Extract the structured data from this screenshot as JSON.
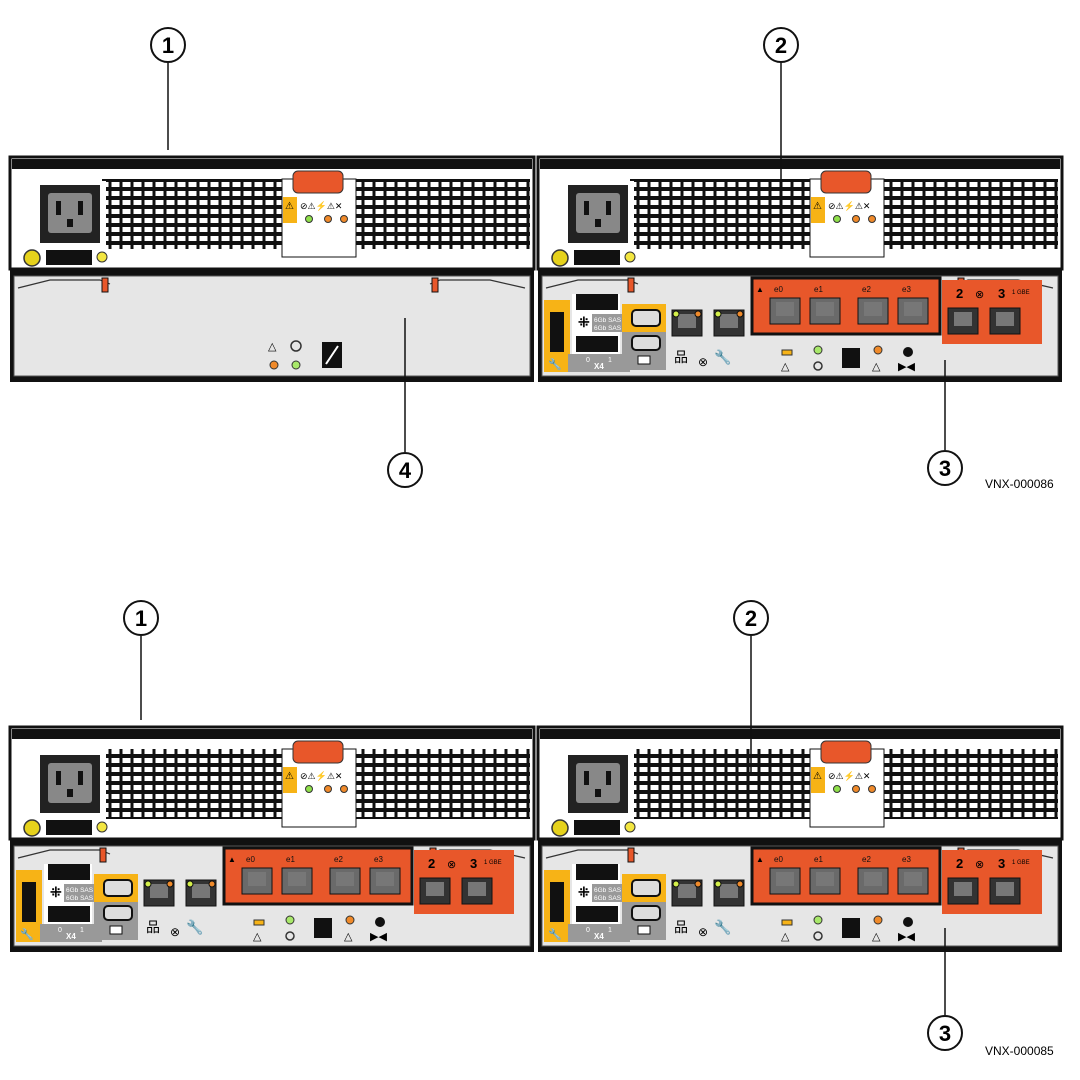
{
  "figures": [
    {
      "id_label": "VNX-000086",
      "callouts": [
        "1",
        "2",
        "4",
        "3"
      ],
      "left_bottom": "filler",
      "right_bottom": "sp"
    },
    {
      "id_label": "VNX-000085",
      "callouts": [
        "1",
        "2",
        "3"
      ],
      "left_bottom": "sp",
      "right_bottom": "sp"
    }
  ],
  "sp_labels": {
    "sas_top": "6Gb SAS",
    "sas_bottom": "6Gb SAS",
    "sas_port0": "0",
    "sas_port1": "1",
    "x4": "X4",
    "e0": "e0",
    "e1": "e1",
    "e2": "e2",
    "e3": "e3",
    "port2": "2",
    "port3": "3",
    "gbe": "1 GBE"
  },
  "colors": {
    "orange": "#e8572a",
    "yellow": "#f7b316",
    "panel": "#e6e6e6",
    "led_green": "#7dd33a",
    "led_amber": "#f08a2a"
  }
}
